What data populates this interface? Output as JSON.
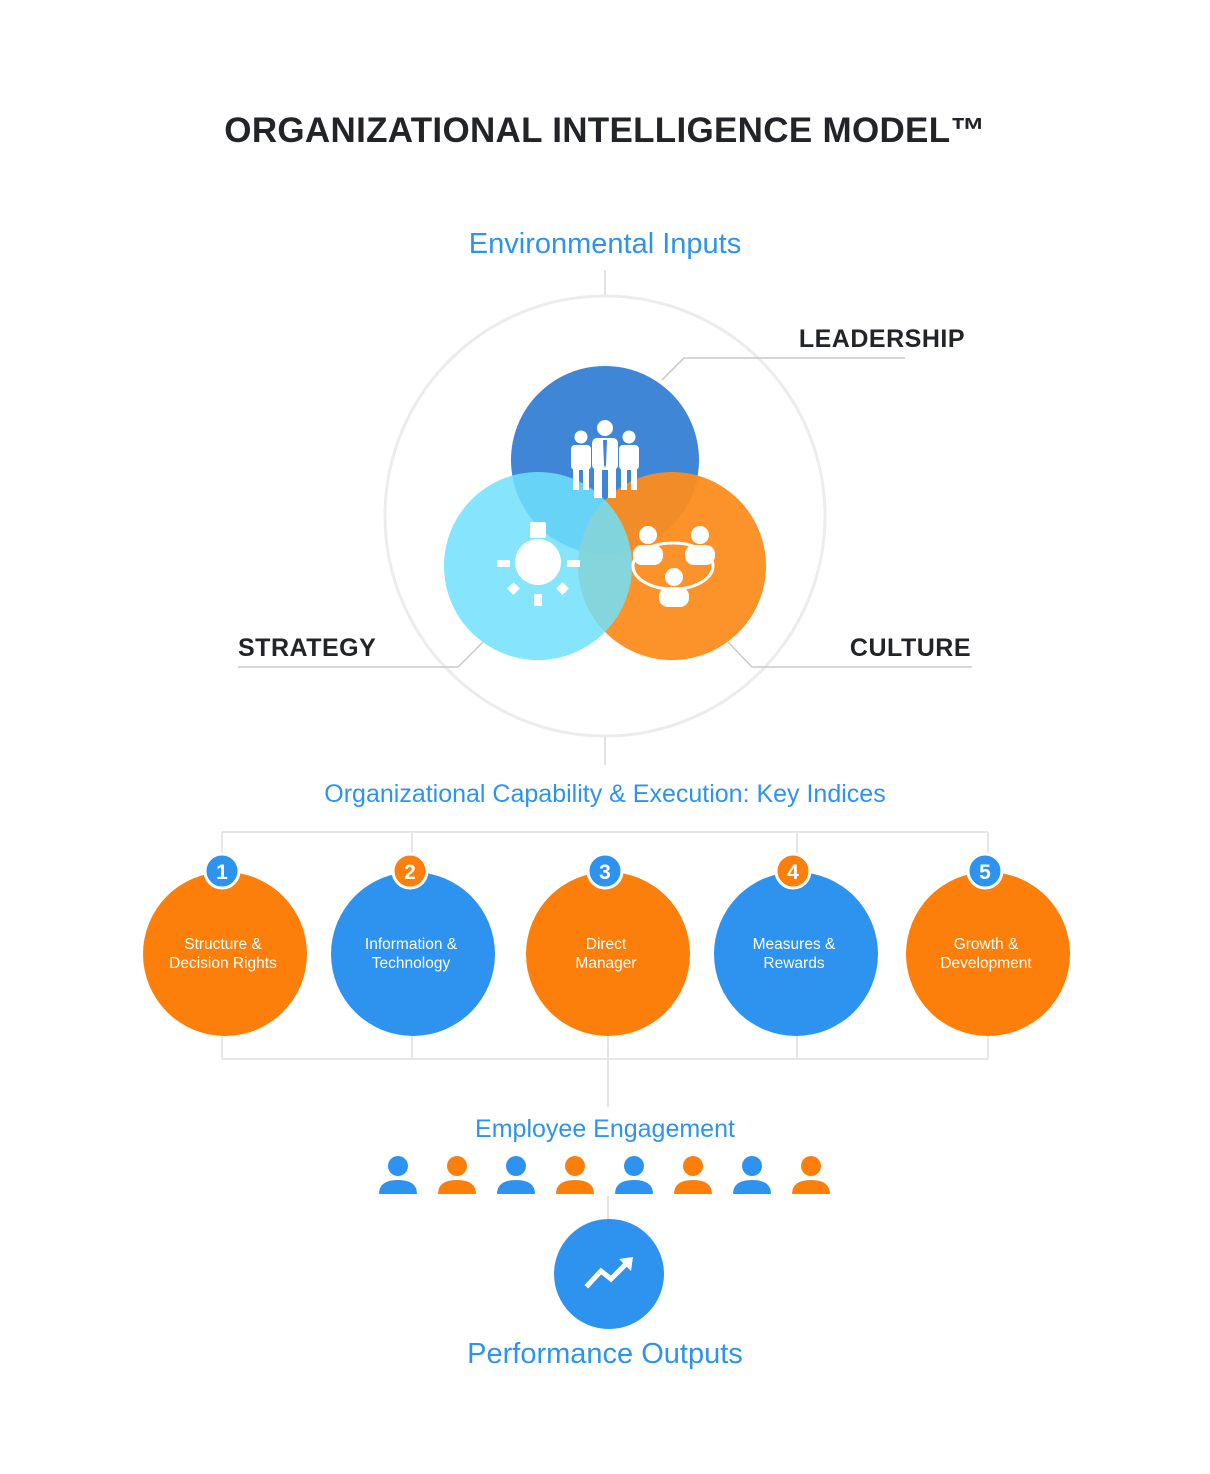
{
  "title": "ORGANIZATIONAL INTELLIGENCE MODEL™",
  "environmental_inputs": "Environmental Inputs",
  "venn": {
    "leadership": "LEADERSHIP",
    "strategy": "STRATEGY",
    "culture": "CULTURE",
    "icons": [
      "people-group-icon",
      "lightbulb-icon",
      "team-network-icon"
    ]
  },
  "capability_heading": "Organizational Capability & Execution: Key Indices",
  "indices": [
    {
      "number": "1",
      "line1": "Structure &",
      "line2": "Decision Rights",
      "color": "#fb7f0a",
      "badge": "#2e93ee"
    },
    {
      "number": "2",
      "line1": "Information &",
      "line2": "Technology",
      "color": "#2e93ee",
      "badge": "#fb7f0a"
    },
    {
      "number": "3",
      "line1": "Direct",
      "line2": "Manager",
      "color": "#fb7f0a",
      "badge": "#2e93ee"
    },
    {
      "number": "4",
      "line1": "Measures &",
      "line2": "Rewards",
      "color": "#2e93ee",
      "badge": "#fb7f0a"
    },
    {
      "number": "5",
      "line1": "Growth &",
      "line2": "Development",
      "color": "#fb7f0a",
      "badge": "#2e93ee"
    }
  ],
  "engagement": "Employee Engagement",
  "engagement_icons": [
    "blue",
    "orange",
    "blue",
    "orange",
    "blue",
    "orange",
    "blue",
    "orange"
  ],
  "outputs": "Performance Outputs",
  "colors": {
    "blue": "#2e93ee",
    "orange": "#fb7f0a",
    "leadership_blue": "#3f86d6",
    "strategy_cyan": "#6ee0fb",
    "culture_orange": "#fb8c1f",
    "dark_text": "#222428"
  }
}
